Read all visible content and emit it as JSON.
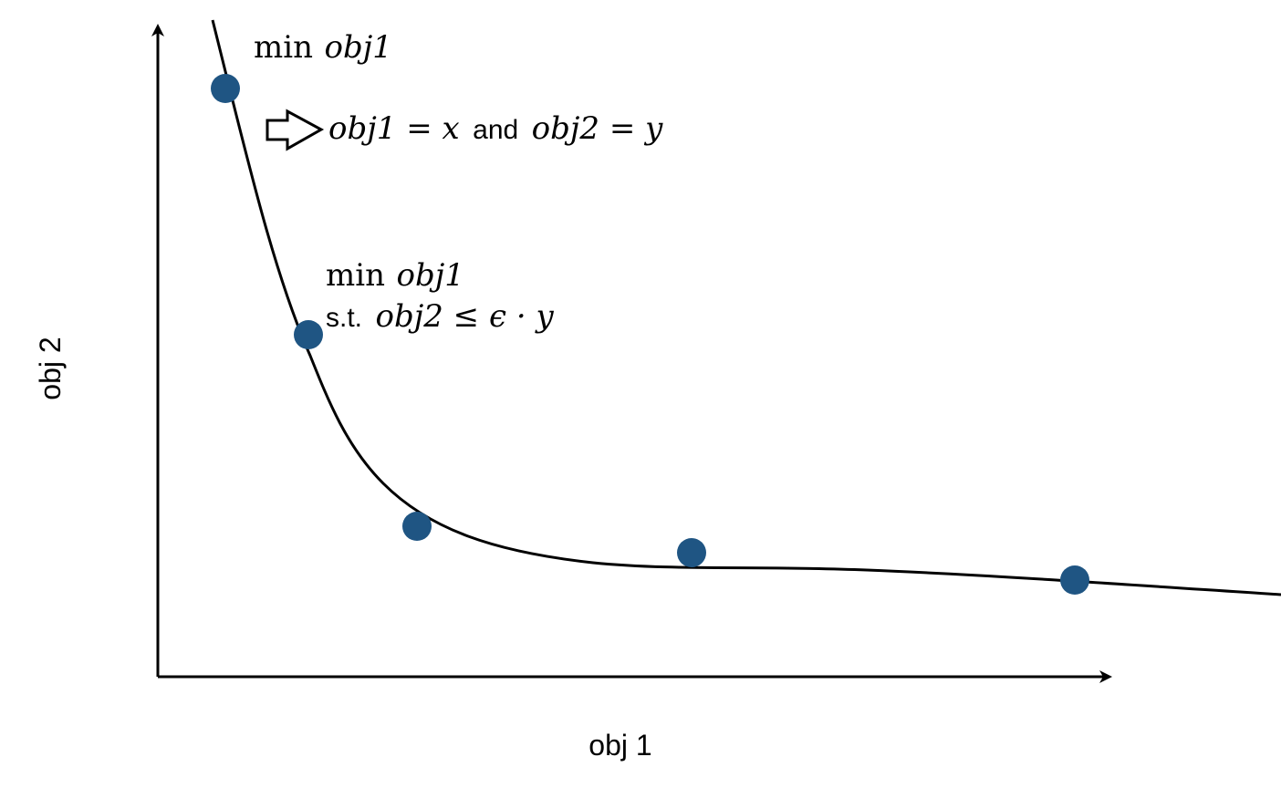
{
  "axes": {
    "x_label": "obj 1",
    "y_label": "obj 2"
  },
  "annotations": {
    "top": {
      "min_word": "min",
      "objective": "obj1"
    },
    "arrow_text": {
      "lhs1": "obj1 = x",
      "connector": "and",
      "lhs2": "obj2 = y"
    },
    "middle": {
      "min_word": "min",
      "objective": "obj1",
      "st_word": "s.t.",
      "constraint": "obj2 ≤ ϵ · y"
    }
  },
  "colors": {
    "point": "#1f5583",
    "curve": "#000000",
    "axis": "#000000"
  },
  "points_count_note": ""
}
